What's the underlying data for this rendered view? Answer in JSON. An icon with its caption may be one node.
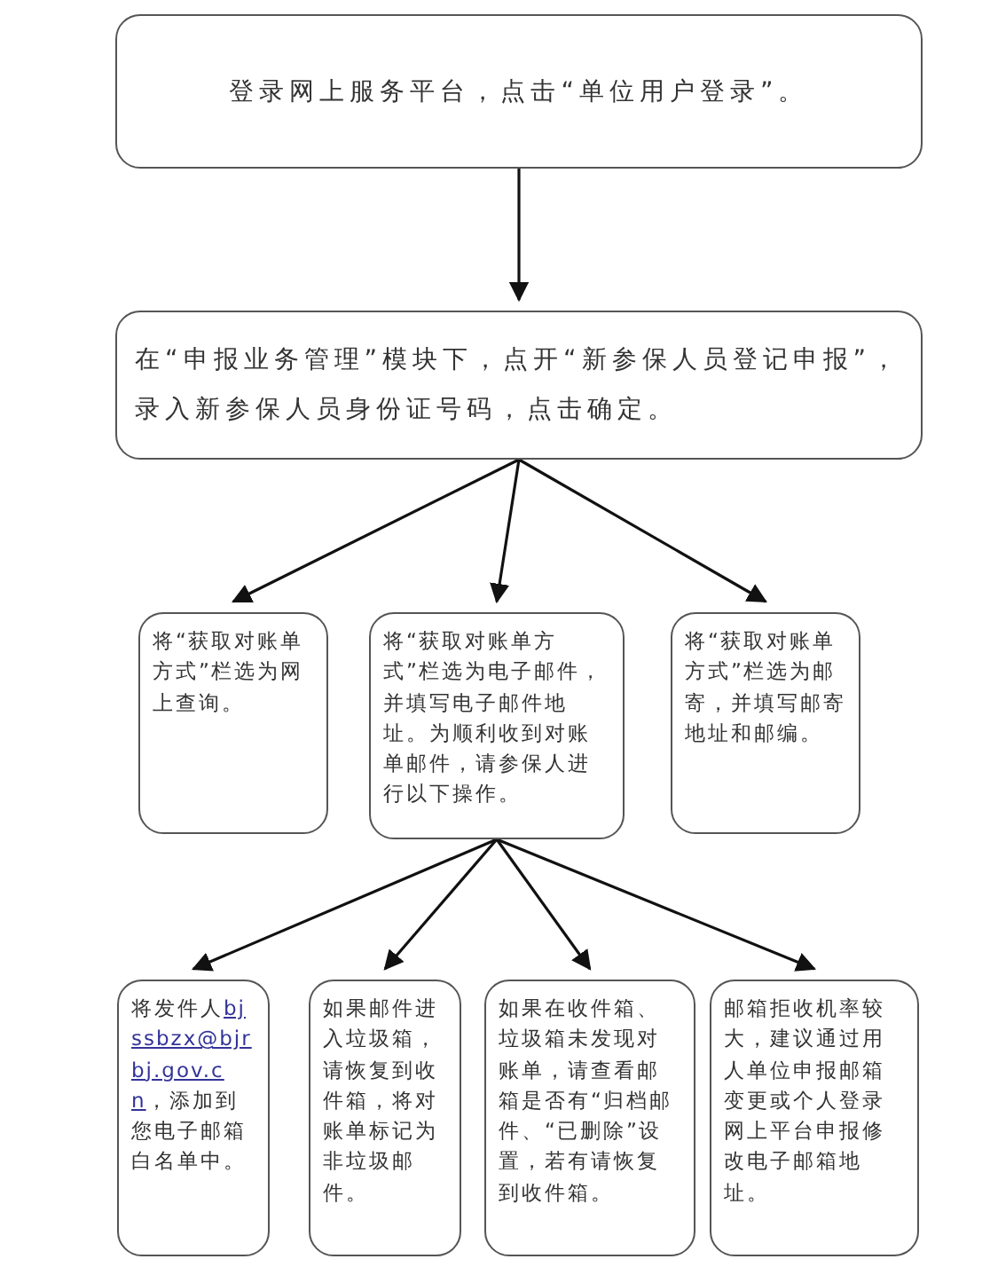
{
  "diagram": {
    "nodes": [
      {
        "text": [
          "登录网上服务平台，点击“单位用户登录”。"
        ]
      },
      {
        "text": [
          "在“申报业务管理”模块下，点开“新参保人员登记申报”，录入新参保人员身份证号码，点击确定。"
        ]
      },
      {
        "text": [
          "将“获取对账单方式”栏选为网上查询。"
        ]
      },
      {
        "text": [
          "将“获取对账单方式”栏选为电子邮件，并填写电子邮件地址。为顺利收到对账单邮件，请参保人进行以下操作。"
        ]
      },
      {
        "text": [
          "将“获取对账单方式”栏选为邮寄，并填写邮寄地址和邮编。"
        ]
      },
      {
        "text": [
          "将发件人",
          "bjssbzx@bjrbj.gov.cn",
          "，添加到您电子邮箱白名单中。"
        ]
      },
      {
        "text": [
          "如果邮件进入垃圾箱，请恢复到收件箱，将对账单标记为非垃圾邮件。"
        ]
      },
      {
        "text": [
          "如果在收件箱、垃圾箱未发现对账单，请查看邮箱是否有“归档邮件、“已删除”设置，若有请恢复到收件箱。"
        ]
      },
      {
        "text": [
          "邮箱拒收机率较大，建议通过用人单位申报邮箱变更或个人登录网上平台申报修改电子邮箱地址。"
        ]
      }
    ],
    "edges": [
      {
        "from": 0,
        "to": 1,
        "arrow": "to"
      },
      {
        "from": 1,
        "to": 2,
        "arrow": "to"
      },
      {
        "from": 1,
        "to": 3,
        "arrow": "to"
      },
      {
        "from": 1,
        "to": 4,
        "arrow": "to"
      },
      {
        "from": 3,
        "to": 5,
        "arrow": "to"
      },
      {
        "from": 3,
        "to": 6,
        "arrow": "to"
      },
      {
        "from": 3,
        "to": 7,
        "arrow": "to"
      },
      {
        "from": 3,
        "to": 8,
        "arrow": "to"
      }
    ]
  }
}
